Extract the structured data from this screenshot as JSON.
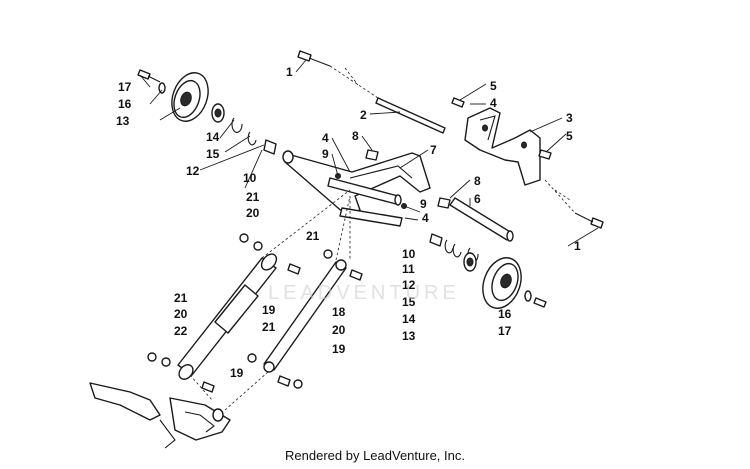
{
  "diagram": {
    "callouts": [
      {
        "id": "1a",
        "label": "1"
      },
      {
        "id": "1b",
        "label": "1"
      },
      {
        "id": "2",
        "label": "2"
      },
      {
        "id": "3",
        "label": "3"
      },
      {
        "id": "4a",
        "label": "4"
      },
      {
        "id": "4b",
        "label": "4"
      },
      {
        "id": "4c",
        "label": "4"
      },
      {
        "id": "5a",
        "label": "5"
      },
      {
        "id": "5b",
        "label": "5"
      },
      {
        "id": "6",
        "label": "6"
      },
      {
        "id": "7",
        "label": "7"
      },
      {
        "id": "8a",
        "label": "8"
      },
      {
        "id": "8b",
        "label": "8"
      },
      {
        "id": "9a",
        "label": "9"
      },
      {
        "id": "9b",
        "label": "9"
      },
      {
        "id": "10a",
        "label": "10"
      },
      {
        "id": "10b",
        "label": "10"
      },
      {
        "id": "11",
        "label": "11"
      },
      {
        "id": "12a",
        "label": "12"
      },
      {
        "id": "12b",
        "label": "12"
      },
      {
        "id": "13a",
        "label": "13"
      },
      {
        "id": "13b",
        "label": "13"
      },
      {
        "id": "14a",
        "label": "14"
      },
      {
        "id": "14b",
        "label": "14"
      },
      {
        "id": "15a",
        "label": "15"
      },
      {
        "id": "15b",
        "label": "15"
      },
      {
        "id": "16a",
        "label": "16"
      },
      {
        "id": "16b",
        "label": "16"
      },
      {
        "id": "17a",
        "label": "17"
      },
      {
        "id": "17b",
        "label": "17"
      },
      {
        "id": "18",
        "label": "18"
      },
      {
        "id": "19a",
        "label": "19"
      },
      {
        "id": "19b",
        "label": "19"
      },
      {
        "id": "19c",
        "label": "19"
      },
      {
        "id": "20a",
        "label": "20"
      },
      {
        "id": "20b",
        "label": "20"
      },
      {
        "id": "20c",
        "label": "20"
      },
      {
        "id": "21a",
        "label": "21"
      },
      {
        "id": "21b",
        "label": "21"
      },
      {
        "id": "21c",
        "label": "21"
      },
      {
        "id": "21d",
        "label": "21"
      },
      {
        "id": "22",
        "label": "22"
      }
    ],
    "watermark": "LEADVENTURE",
    "footer": "Rendered by LeadVenture, Inc."
  }
}
